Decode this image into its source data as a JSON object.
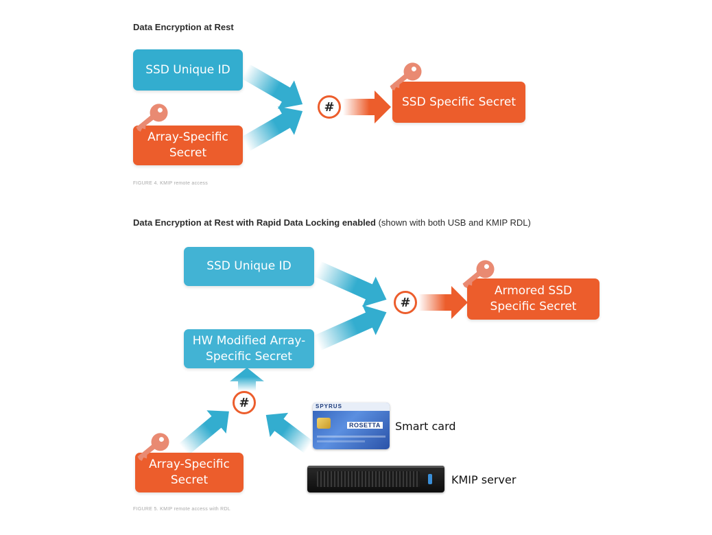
{
  "figure4": {
    "heading": "Data Encryption at Rest",
    "ssd_unique_id": "SSD Unique ID",
    "array_specific_secret": "Array-Specific\nSecret",
    "hash_symbol": "#",
    "ssd_specific_secret": "SSD Specific Secret",
    "caption": "FIGURE 4. KMIP remote access"
  },
  "figure5": {
    "heading_bold": "Data Encryption at Rest with Rapid Data Locking enabled",
    "heading_normal": " (shown with both USB and KMIP RDL)",
    "ssd_unique_id": "SSD Unique ID",
    "hw_modified_secret": "HW Modified Array-\nSpecific Secret",
    "hash_symbol": "#",
    "armored_secret": "Armored SSD\nSpecific Secret",
    "array_specific_secret": "Array-Specific\nSecret",
    "smart_card_label": "Smart card",
    "smart_card_brand": "SPYRUS",
    "smart_card_product": "ROSETTA",
    "kmip_server_label": "KMIP server",
    "caption": "FIGURE 5. KMIP remote access with RDL"
  },
  "colors": {
    "blue": "#33adcf",
    "orange": "#ec5d2c",
    "key_pink": "#e98a72"
  },
  "icons": [
    "key-icon",
    "hash-icon",
    "smart-card-icon",
    "server-icon",
    "arrow-icon"
  ]
}
